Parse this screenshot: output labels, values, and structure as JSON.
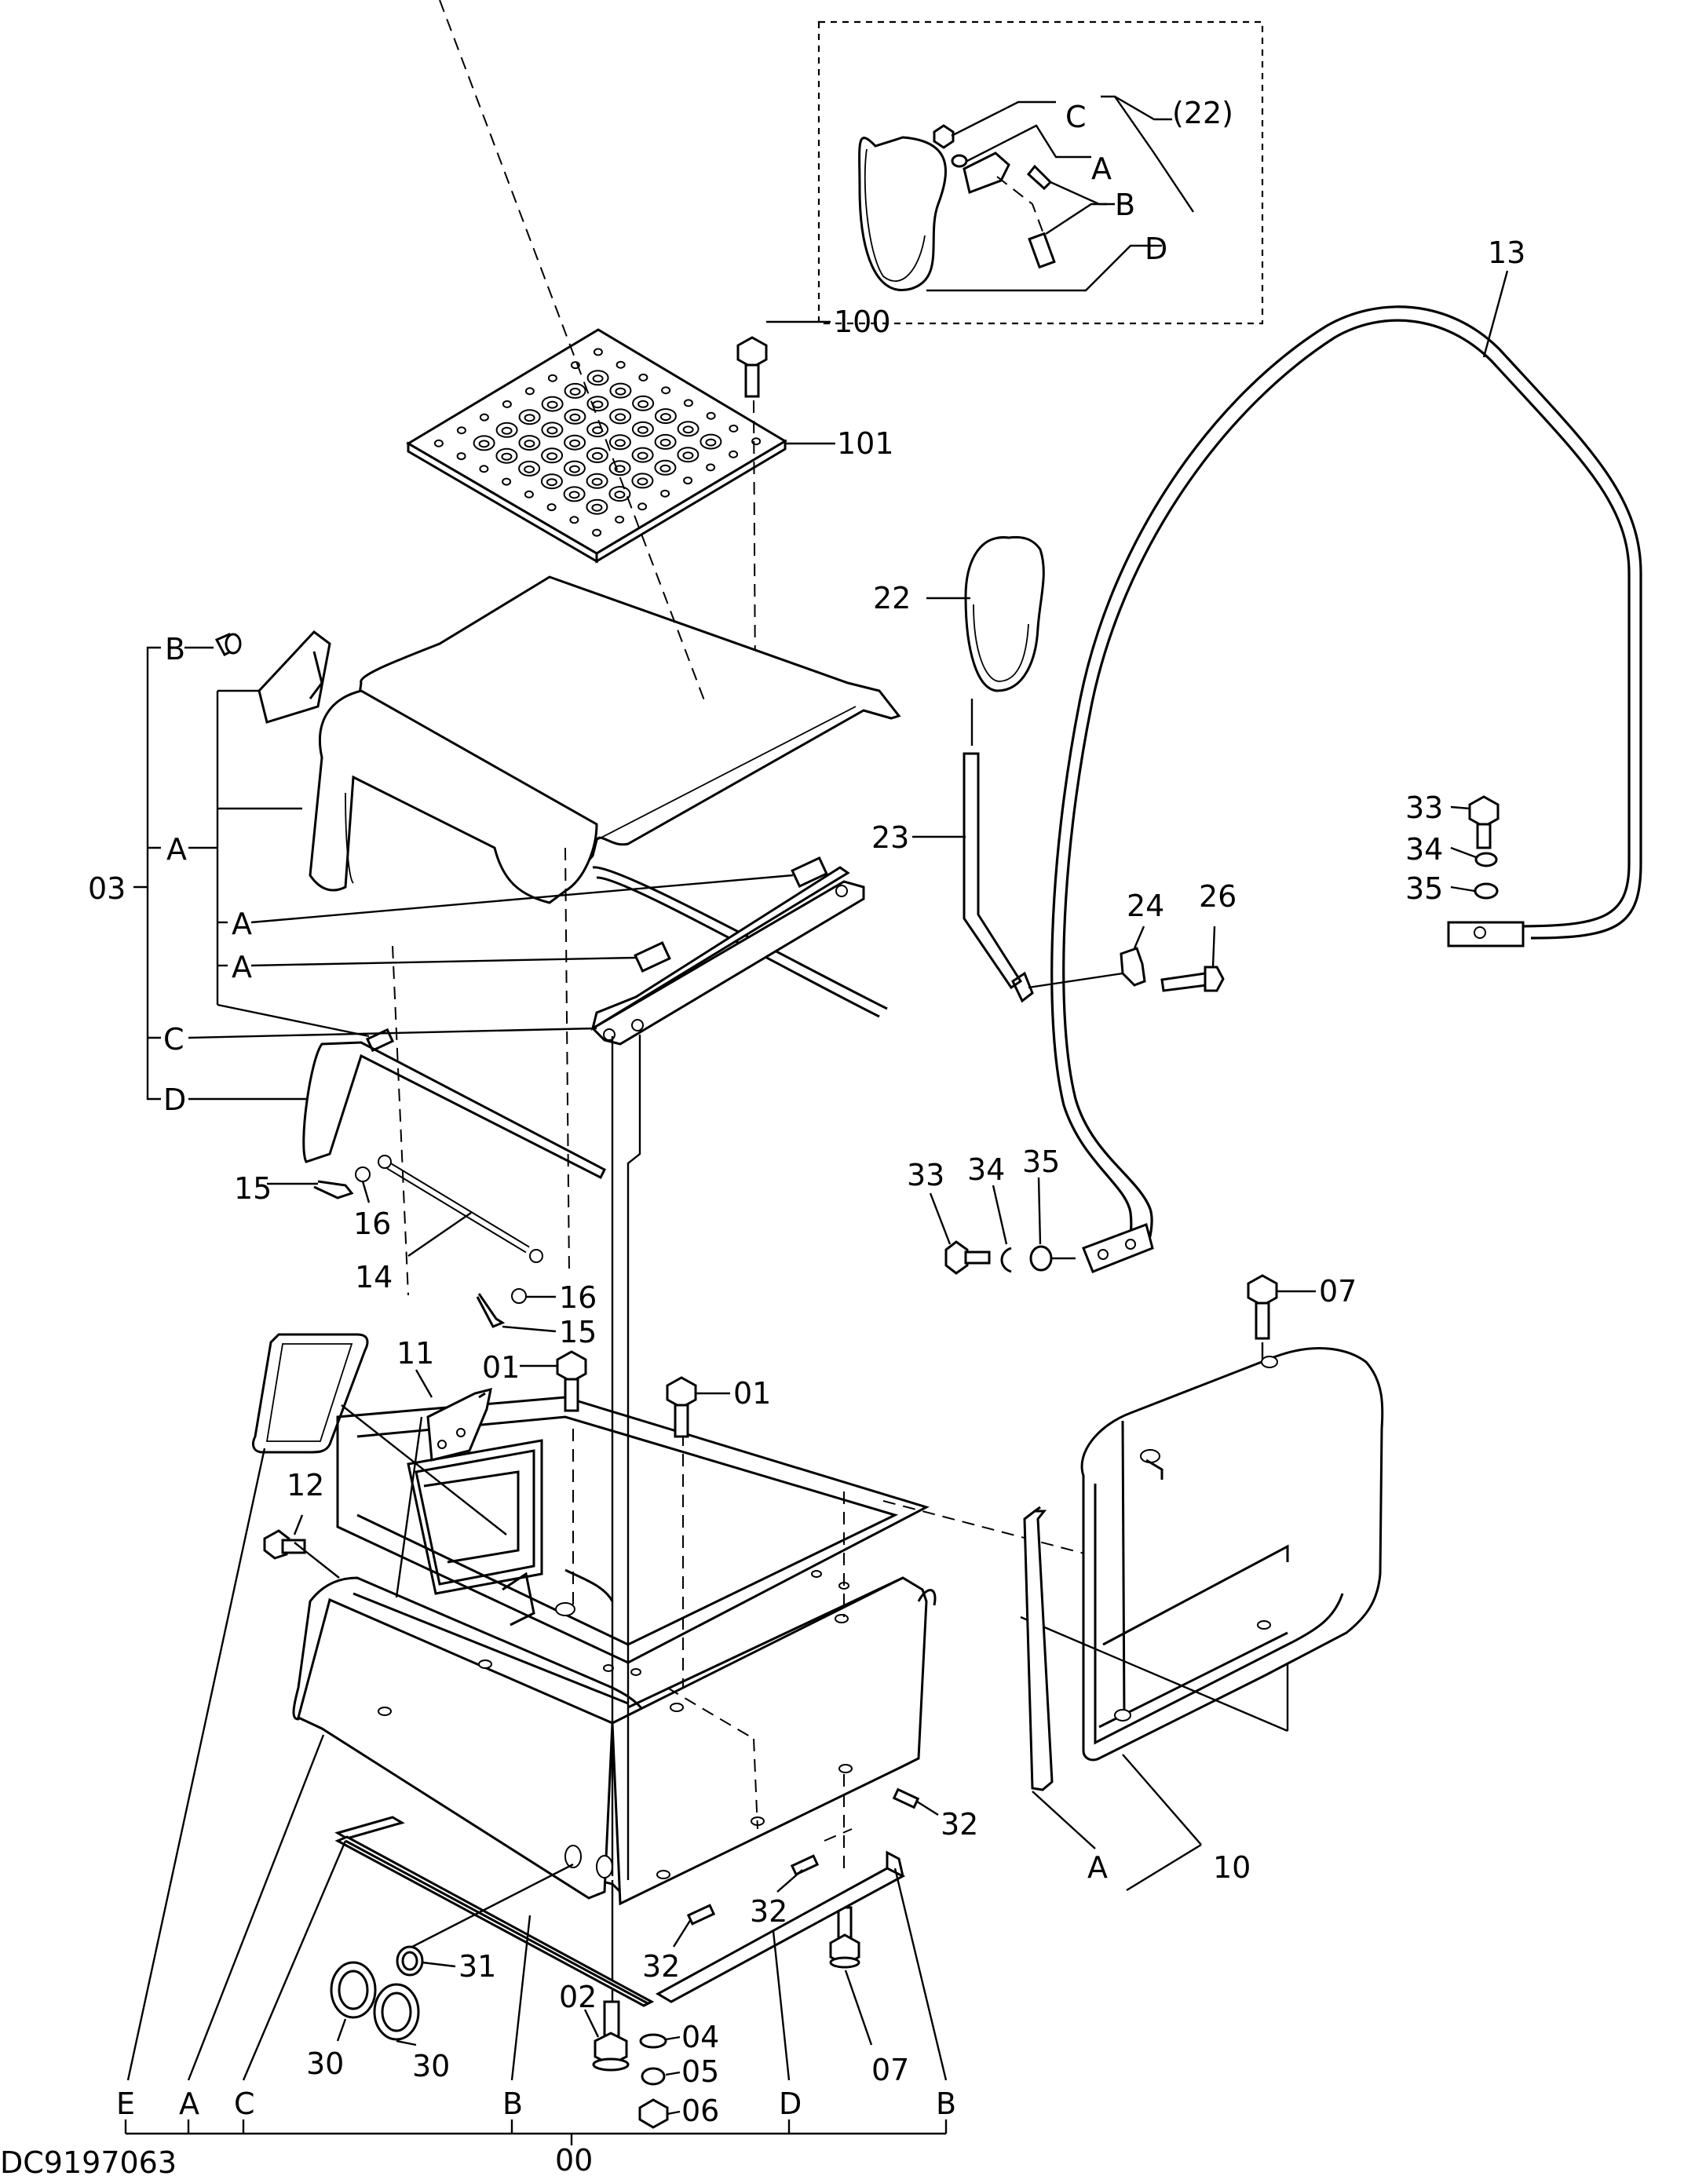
{
  "drawing_code": "DC9197063",
  "labels": {
    "p00": "00",
    "p01a": "01",
    "p01b": "01",
    "p02": "02",
    "p03": "03",
    "p04": "04",
    "p05": "05",
    "p06": "06",
    "p07a": "07",
    "p07b": "07",
    "p10": "10",
    "p11": "11",
    "p12": "12",
    "p13": "13",
    "p14": "14",
    "p15a": "15",
    "p15b": "15",
    "p16a": "16",
    "p16b": "16",
    "p22": "22",
    "p22g": "(22)",
    "p23": "23",
    "p24": "24",
    "p26": "26",
    "p30a": "30",
    "p30b": "30",
    "p31": "31",
    "p32a": "32",
    "p32b": "32",
    "p32c": "32",
    "p33a": "33",
    "p33b": "33",
    "p34a": "34",
    "p34b": "34",
    "p35a": "35",
    "p35b": "35",
    "p100": "100",
    "p101": "101"
  },
  "letters": {
    "detail_c": "C",
    "detail_a": "A",
    "detail_b": "B",
    "detail_d": "D",
    "cover_b": "B",
    "cover_a": "A",
    "cover_a2": "A",
    "cover_a3": "A",
    "cover_c": "C",
    "cover_d": "D",
    "bottom_e": "E",
    "bottom_a": "A",
    "bottom_c": "C",
    "bottom_b": "B",
    "bottom_d": "D",
    "bottom_b2": "B",
    "side_a": "A"
  }
}
